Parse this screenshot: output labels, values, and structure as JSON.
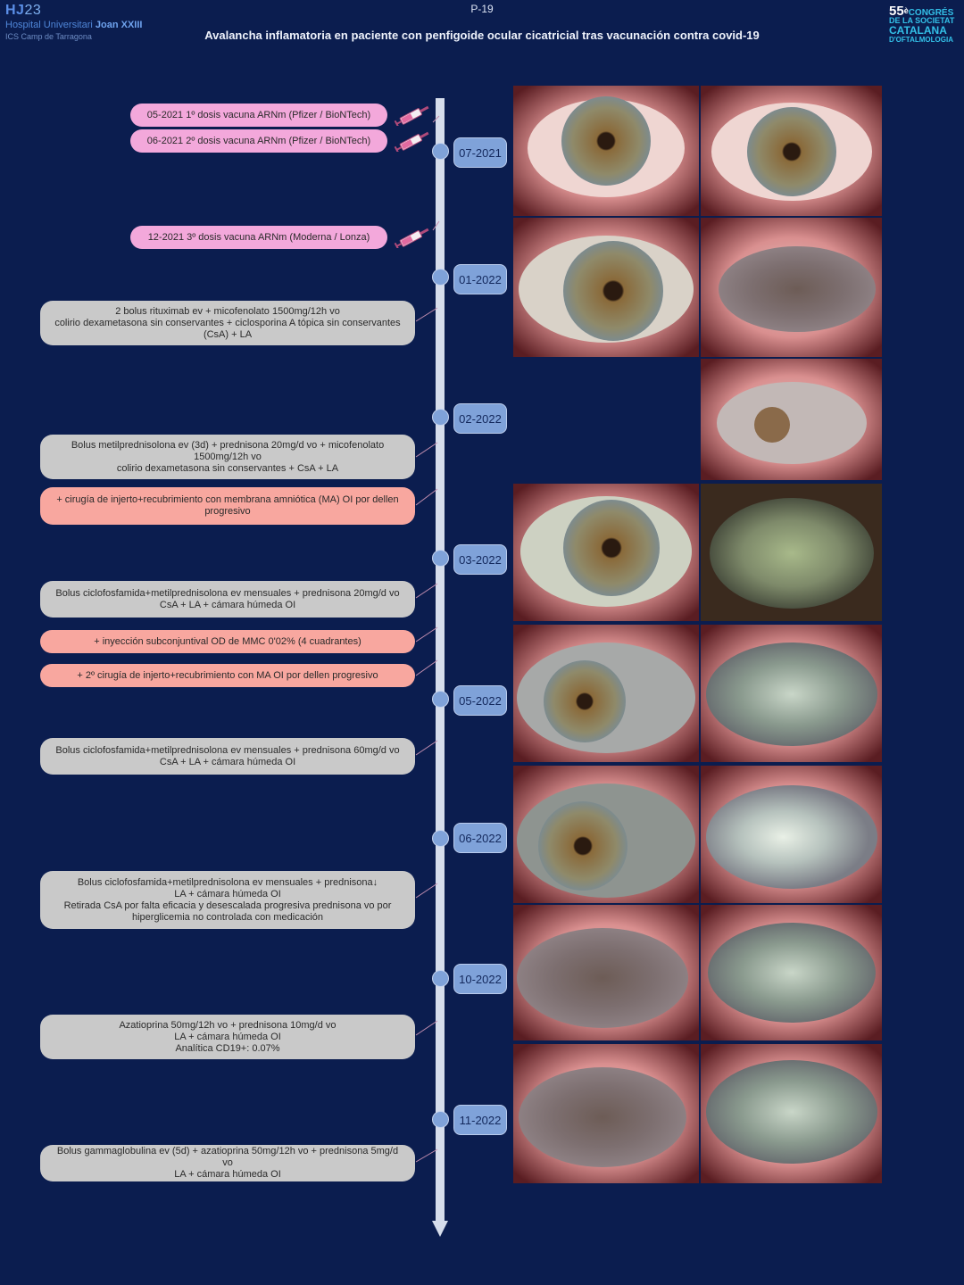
{
  "header": {
    "logo_hj": "HJ",
    "logo_year": "23",
    "hospital_prefix": "Hospital Universitari ",
    "hospital_name": "Joan XXIII",
    "ics": "ICS Camp de Tarragona",
    "poster_number": "P-19",
    "title": "Avalancha inflamatoria en paciente con penfigoide ocular cicatricial tras vacunación contra covid-19",
    "congress": {
      "number": "55",
      "sup": "è",
      "line1": "CONGRÉS",
      "line2": "DE LA SOCIETAT",
      "line3": "CATALANA",
      "line4": "D'OFTALMOLOGIA"
    }
  },
  "vaccines": [
    {
      "text": "05-2021 1º dosis vacuna ARNm (Pfizer / BioNTech)"
    },
    {
      "text": "06-2021 2º dosis vacuna ARNm (Pfizer / BioNTech)"
    },
    {
      "text": "12-2021 3º dosis vacuna ARNm (Moderna / Lonza)"
    }
  ],
  "dates": [
    "07-2021",
    "01-2022",
    "02-2022",
    "03-2022",
    "05-2022",
    "06-2022",
    "10-2022",
    "11-2022"
  ],
  "treatments": [
    {
      "lines": [
        "2 bolus rituximab ev + micofenolato 1500mg/12h vo",
        "colirio dexametasona sin conservantes + ciclosporina A tópica sin conservantes",
        "(CsA) + LA"
      ]
    },
    {
      "lines": [
        "Bolus metilprednisolona ev (3d) + prednisona 20mg/d vo + micofenolato",
        "1500mg/12h vo",
        "colirio dexametasona sin conservantes + CsA + LA"
      ]
    },
    {
      "lines": [
        "+ cirugía de injerto+recubrimiento con membrana amniótica (MA) OI por dellen",
        "progresivo"
      ]
    },
    {
      "lines": [
        "Bolus ciclofosfamida+metilprednisolona ev mensuales + prednisona 20mg/d vo",
        "CsA + LA + cámara húmeda OI"
      ]
    },
    {
      "lines": [
        "+ inyección subconjuntival OD de MMC 0'02% (4 cuadrantes)"
      ]
    },
    {
      "lines": [
        "+ 2º cirugía de injerto+recubrimiento con MA OI por dellen progresivo"
      ]
    },
    {
      "lines": [
        "Bolus ciclofosfamida+metilprednisolona ev mensuales + prednisona 60mg/d vo",
        "CsA + LA + cámara húmeda OI"
      ]
    },
    {
      "lines": [
        "Bolus ciclofosfamida+metilprednisolona ev mensuales + prednisona↓",
        "LA + cámara húmeda OI",
        "Retirada CsA por falta eficacia y desescalada progresiva prednisona vo por",
        "hiperglicemia no controlada con medicación"
      ]
    },
    {
      "lines": [
        "Azatioprina 50mg/12h vo + prednisona 10mg/d vo",
        "LA + cámara húmeda OI",
        "Analítica CD19+: 0.07%"
      ]
    },
    {
      "lines": [
        "Bolus gammaglobulina ev (5d) + azatioprina 50mg/12h vo + prednisona 5mg/d vo",
        "LA + cámara húmeda OI"
      ]
    }
  ],
  "colors": {
    "background": "#0b1d4f",
    "gray_box": "#c9c9c9",
    "salmon_box": "#f8a79f",
    "pink_box": "#f3a8db",
    "date_box": "#7fa2d9",
    "axis": "#d6ddec"
  }
}
